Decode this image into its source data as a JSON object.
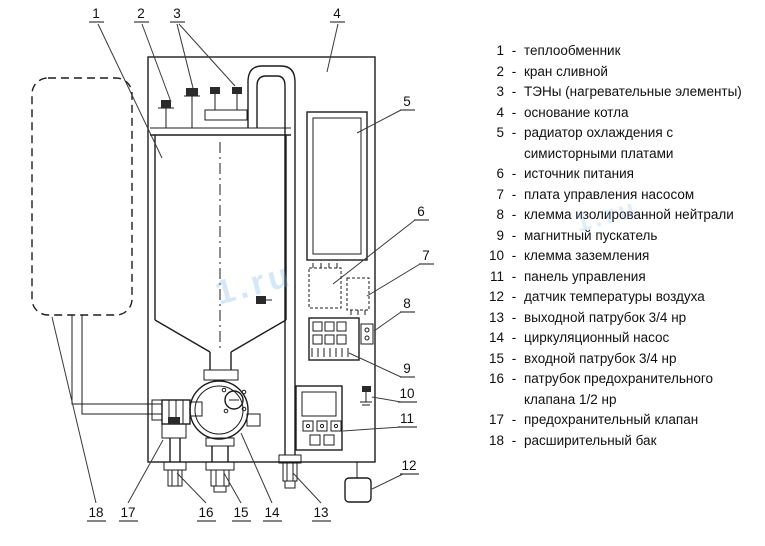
{
  "watermark": {
    "text": "1.ru"
  },
  "diagram": {
    "callouts": {
      "c1": "1",
      "c2": "2",
      "c3": "3",
      "c4": "4",
      "c5": "5",
      "c6": "6",
      "c7": "7",
      "c8": "8",
      "c9": "9",
      "c10": "10",
      "c11": "11",
      "c12": "12",
      "c13": "13",
      "c14": "14",
      "c15": "15",
      "c16": "16",
      "c17": "17",
      "c18": "18"
    }
  },
  "legend": {
    "sep": "-",
    "items": [
      {
        "num": "1",
        "label": "теплообменник"
      },
      {
        "num": "2",
        "label": "кран сливной"
      },
      {
        "num": "3",
        "label": "ТЭНы (нагревательные элементы)"
      },
      {
        "num": "4",
        "label": "основание котла"
      },
      {
        "num": "5",
        "label": "радиатор охлаждения с симисторными платами"
      },
      {
        "num": "6",
        "label": "источник питания"
      },
      {
        "num": "7",
        "label": "плата управления насосом"
      },
      {
        "num": "8",
        "label": "клемма изолированной нейтрали"
      },
      {
        "num": "9",
        "label": "магнитный пускатель"
      },
      {
        "num": "10",
        "label": "клемма заземления"
      },
      {
        "num": "11",
        "label": "панель управления"
      },
      {
        "num": "12",
        "label": "датчик температуры воздуха"
      },
      {
        "num": "13",
        "label": "выходной патрубок 3/4 нр"
      },
      {
        "num": "14",
        "label": "циркуляционный насос"
      },
      {
        "num": "15",
        "label": "входной патрубок 3/4 нр"
      },
      {
        "num": "16",
        "label": "патрубок предохранительного клапана 1/2 нр"
      },
      {
        "num": "17",
        "label": "предохранительный клапан"
      },
      {
        "num": "18",
        "label": "расширительный бак"
      }
    ]
  }
}
